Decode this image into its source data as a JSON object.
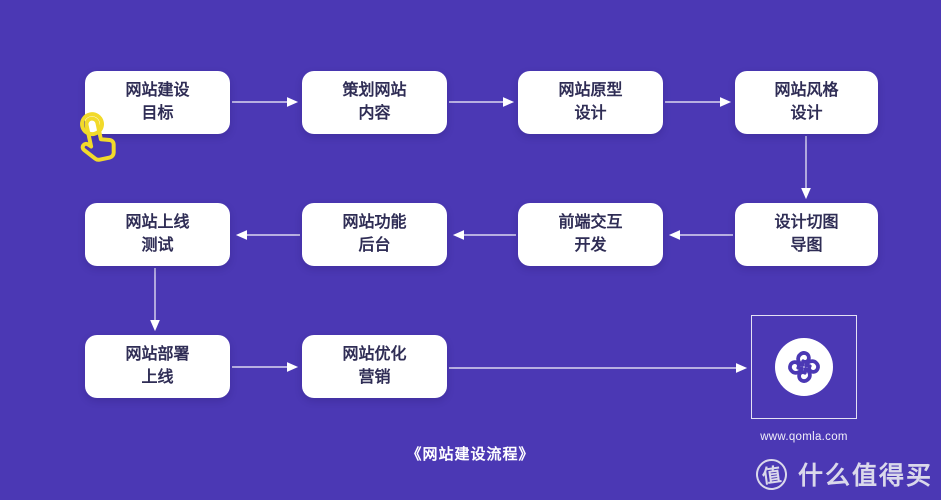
{
  "colors": {
    "background": "#4B38B4",
    "node_background": "#FFFFFF",
    "node_text": "#2F2D55",
    "arrow": "#FFFFFF",
    "hand_icon": "#F2DA2A",
    "logo_mark": "#4B38B4",
    "watermark": "#EEEEF2"
  },
  "diagram": {
    "caption": "《网站建设流程》",
    "site_url": "www.qomla.com",
    "nodes": [
      {
        "id": 1,
        "label": "网站建设\n目标"
      },
      {
        "id": 2,
        "label": "策划网站\n内容"
      },
      {
        "id": 3,
        "label": "网站原型\n设计"
      },
      {
        "id": 4,
        "label": "网站风格\n设计"
      },
      {
        "id": 5,
        "label": "网站上线\n测试"
      },
      {
        "id": 6,
        "label": "网站功能\n后台"
      },
      {
        "id": 7,
        "label": "前端交互\n开发"
      },
      {
        "id": 8,
        "label": "设计切图\n导图"
      },
      {
        "id": 9,
        "label": "网站部署\n上线"
      },
      {
        "id": 10,
        "label": "网站优化\n营销"
      }
    ],
    "flow_order": [
      "网站建设目标",
      "策划网站内容",
      "网站原型设计",
      "网站风格设计",
      "设计切图导图",
      "前端交互开发",
      "网站功能后台",
      "网站上线测试",
      "网站部署上线",
      "网站优化营销"
    ],
    "icons": {
      "hand": "tap-hand-icon",
      "logo": "qomla-clover-logo"
    }
  },
  "watermark": {
    "badge": "值",
    "text": "什么值得买"
  }
}
